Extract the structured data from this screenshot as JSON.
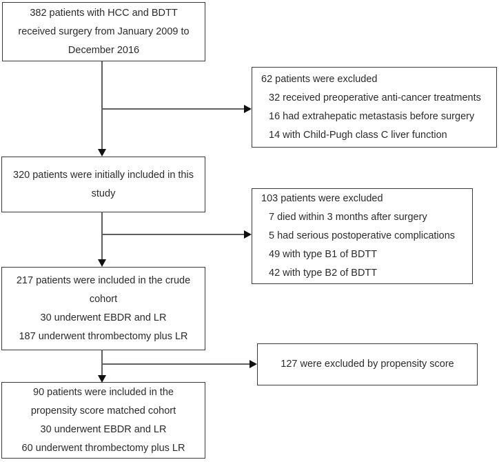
{
  "colors": {
    "background": "#ffffff",
    "box_border": "#3a3a3a",
    "connector_line": "#5f5f5f",
    "arrowhead": "#111111",
    "text": "#2b2b2b"
  },
  "flowchart": {
    "main_boxes": [
      {
        "name": "enrollment",
        "lines": [
          "382 patients with HCC and BDTT",
          "received surgery from January 2009 to",
          "December 2016"
        ]
      },
      {
        "name": "initial-inclusion",
        "lines": [
          "320 patients were initially included in this",
          "study"
        ]
      },
      {
        "name": "crude-cohort",
        "lines": [
          "217 patients were included in the crude",
          "cohort",
          "30 underwent EBDR and LR",
          "187 underwent thrombectomy plus LR"
        ]
      },
      {
        "name": "matched-cohort",
        "lines": [
          "90 patients were included in the",
          "propensity score matched cohort",
          "30 underwent EBDR and LR",
          "60 underwent thrombectomy plus LR"
        ]
      }
    ],
    "exclusion_boxes": [
      {
        "name": "exclusion-after-enrollment",
        "header": "62 patients were excluded",
        "items": [
          "32 received preoperative anti-cancer treatments",
          "16 had extrahepatic metastasis before surgery",
          "14 with Child-Pugh class C liver function"
        ]
      },
      {
        "name": "exclusion-after-initial-inclusion",
        "header": "103 patients were excluded",
        "items": [
          "7 died within 3 months after surgery",
          "5 had serious postoperative complications",
          "49 with type B1 of BDTT",
          "42 with type B2 of BDTT"
        ]
      },
      {
        "name": "exclusion-propensity",
        "text": "127 were excluded by propensity score"
      }
    ]
  }
}
